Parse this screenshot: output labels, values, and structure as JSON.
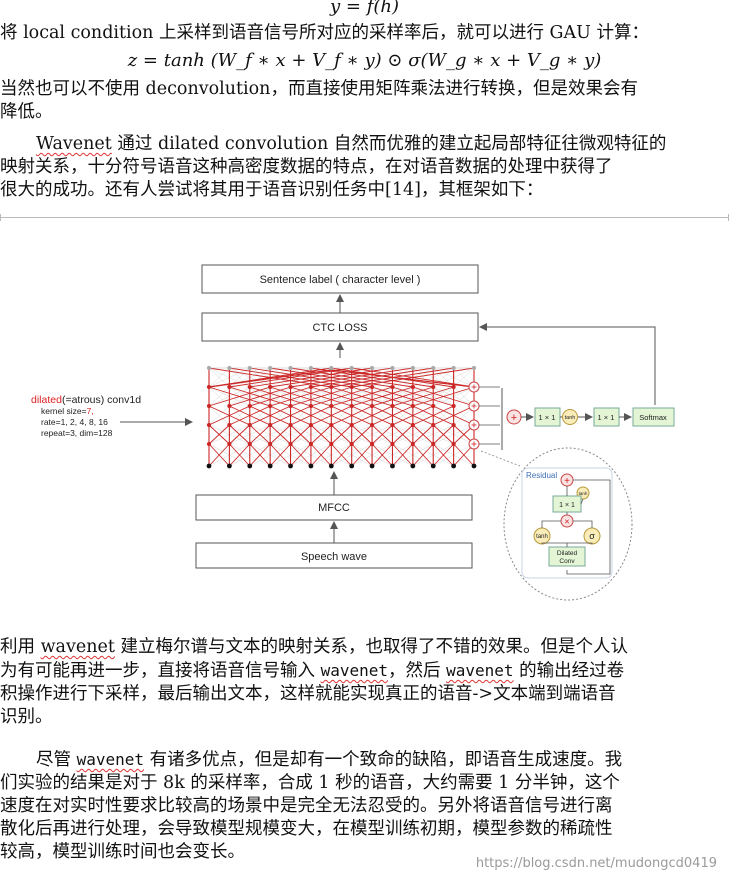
{
  "eq_top": "y = f(h)",
  "para1": {
    "line1": "将 local condition 上采样到语音信号所对应的采样率后，就可以进行 GAU 计算："
  },
  "eq_gau": "z = tanh (W_f ∗ x + V_f ∗ y) ⊙ σ(W_g ∗ x + V_g ∗ y)",
  "para2": {
    "line1": "当然也可以不使用 deconvolution，而直接使用矩阵乘法进行转换，但是效果会有",
    "line2": "降低。"
  },
  "para3": {
    "w1": "Wavenet",
    "line1_rest": " 通过 dilated convolution 自然而优雅的建立起局部特征往微观特征的",
    "line2": "映射关系，十分符号语音这种高密度数据的特点，在对语音数据的处理中获得了",
    "line3": "很大的成功。还有人尝试将其用于语音识别任务中[14]，其框架如下："
  },
  "figure": {
    "sentence_label": "Sentence label ( character level )",
    "ctc_loss": "CTC LOSS",
    "mfcc": "MFCC",
    "speech_wave": "Speech wave",
    "dilated_red": "dilated",
    "dilated_rest": "(=atrous) conv1d",
    "kernel_label": "kernel size=",
    "kernel_value": "7,",
    "rate": "rate=1, 2, 4, 8, 16",
    "repeat": "repeat=3, dim=128",
    "conv1x1_a": "1 × 1",
    "tanh_a": "tanh",
    "conv1x1_b": "1 × 1",
    "softmax": "Softmax",
    "residual": "Residual",
    "res_conv1x1": "1 × 1",
    "res_tanh_top": "tanh",
    "res_tanh": "tanh",
    "res_sigma": "σ",
    "res_dilated": "Dilated",
    "res_conv": "Conv",
    "plus": "+",
    "times": "×"
  },
  "para4": {
    "s1": "利用 ",
    "w1": "wavenet",
    "s2": " 建立梅尔谱与文本的映射关系，也取得了不错的效果。但是个人认",
    "line2": "为有可能再进一步，直接将语音信号输入 ",
    "w2": "wavenet",
    "s3": "，然后 ",
    "w3": "wavenet",
    "s4": " 的输出经过卷",
    "line3": "积操作进行下采样，最后输出文本，这样就能实现真正的语音->文本端到端语音",
    "line4": "识别。"
  },
  "para5": {
    "s1": "尽管 ",
    "w1": "wavenet",
    "s2": " 有诸多优点，但是却有一个致命的缺陷，即语音生成速度。我",
    "line2": "们实验的结果是对于 8k 的采样率，合成 1 秒的语音，大约需要 1 分半钟，这个",
    "line3": "速度在对实时性要求比较高的场景中是完全无法忍受的。另外将语音信号进行离",
    "line4": "散化后再进行处理，会导致模型规模变大，在模型训练初期，模型参数的稀疏性",
    "line5": "较高，模型训练时间也会变长。"
  },
  "watermark": "https://blog.csdn.net/mudongcd0419"
}
